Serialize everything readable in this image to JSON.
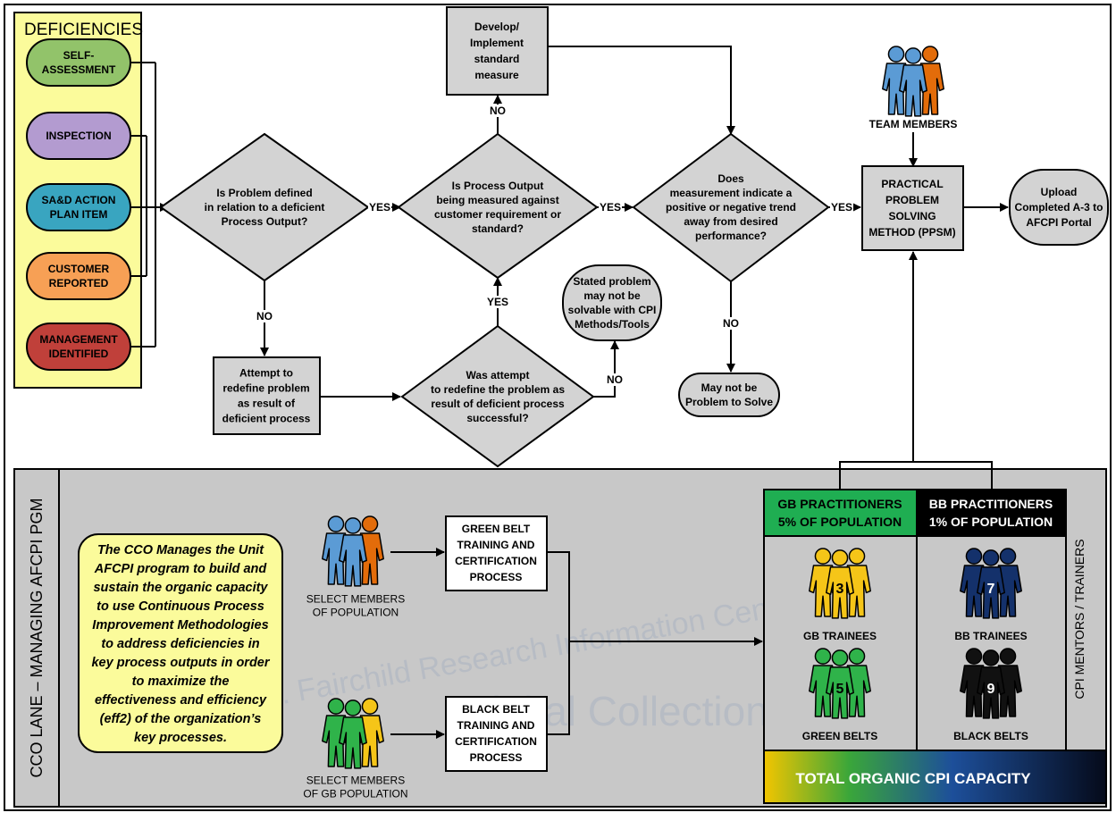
{
  "deficiencies": {
    "title": "DEFICIENCIES",
    "items": [
      {
        "lines": [
          "SELF-",
          "ASSESSMENT"
        ],
        "color": "#92c36a"
      },
      {
        "lines": [
          "INSPECTION"
        ],
        "color": "#b39bd0"
      },
      {
        "lines": [
          "SA&D ACTION",
          "PLAN ITEM"
        ],
        "color": "#39a5c0"
      },
      {
        "lines": [
          "CUSTOMER",
          "REPORTED"
        ],
        "color": "#f7a055"
      },
      {
        "lines": [
          "MANAGEMENT",
          "IDENTIFIED"
        ],
        "color": "#c0403a"
      }
    ],
    "panel_color": "#fbfb9b"
  },
  "flow": {
    "decision1": [
      "Is Problem defined",
      "in relation to a deficient",
      "Process Output?"
    ],
    "decision2": [
      "Is Process Output",
      "being measured against",
      "customer requirement or",
      "standard?"
    ],
    "decision3": [
      "Does",
      "measurement indicate a",
      "positive or negative trend",
      "away from desired",
      "performance?"
    ],
    "decision4": [
      "Was attempt",
      "to redefine the problem as",
      "result of deficient process",
      "successful?"
    ],
    "develop_box": [
      "Develop/",
      "Implement",
      "standard",
      "measure"
    ],
    "redefine_box": [
      "Attempt to",
      "redefine problem",
      "as result of",
      "deficient process"
    ],
    "not_solvable": [
      "Stated problem",
      "may not be",
      "solvable with CPI",
      "Methods/Tools"
    ],
    "no_problem": [
      "May not be",
      "Problem to Solve"
    ],
    "ppsm_box": [
      "PRACTICAL",
      "PROBLEM",
      "SOLVING",
      "METHOD (PPSM)"
    ],
    "upload": [
      "Upload",
      "Completed A-3 to",
      "AFCPI Portal"
    ],
    "team_members": "TEAM MEMBERS",
    "yes": "YES",
    "no": "NO"
  },
  "lane": {
    "title": "CCO LANE – MANAGING AFCPI PGM",
    "note": [
      "The CCO Manages the Unit",
      "AFCPI program to build and",
      "sustain the organic capacity",
      "to use Continuous Process",
      "Improvement Methodologies",
      "to address deficiencies in",
      "key process outputs in order",
      "to maximize the",
      "effectiveness and efficiency",
      "(eff2) of the organization’s",
      "key processes."
    ],
    "select_pop": [
      "SELECT MEMBERS",
      "OF POPULATION"
    ],
    "select_gb": [
      "SELECT MEMBERS",
      "OF GB POPULATION"
    ],
    "gb_training": [
      "GREEN BELT",
      "TRAINING AND",
      "CERTIFICATION",
      "PROCESS"
    ],
    "bb_training": [
      "BLACK BELT",
      "TRAINING AND",
      "CERTIFICATION",
      "PROCESS"
    ],
    "gb_practitioners": [
      "GB PRACTITIONERS",
      "5% OF POPULATION"
    ],
    "bb_practitioners": [
      "BB PRACTITIONERS",
      "1% OF POPULATION"
    ],
    "gb_trainees": {
      "label": "GB TRAINEES",
      "count": "3",
      "color": "#f5c518"
    },
    "green_belts": {
      "label": "GREEN BELTS",
      "count": "5",
      "color": "#2fb34a"
    },
    "bb_trainees": {
      "label": "BB TRAINEES",
      "count": "7",
      "color": "#14316b"
    },
    "black_belts": {
      "label": "BLACK BELTS",
      "count": "9",
      "color": "#111111"
    },
    "mentors": "CPI MENTORS / TRAINERS",
    "total": "TOTAL ORGANIC CPI CAPACITY"
  },
  "watermark": [
    "Muir S. Fairchild Research Information Center",
    "Digital Collections"
  ]
}
